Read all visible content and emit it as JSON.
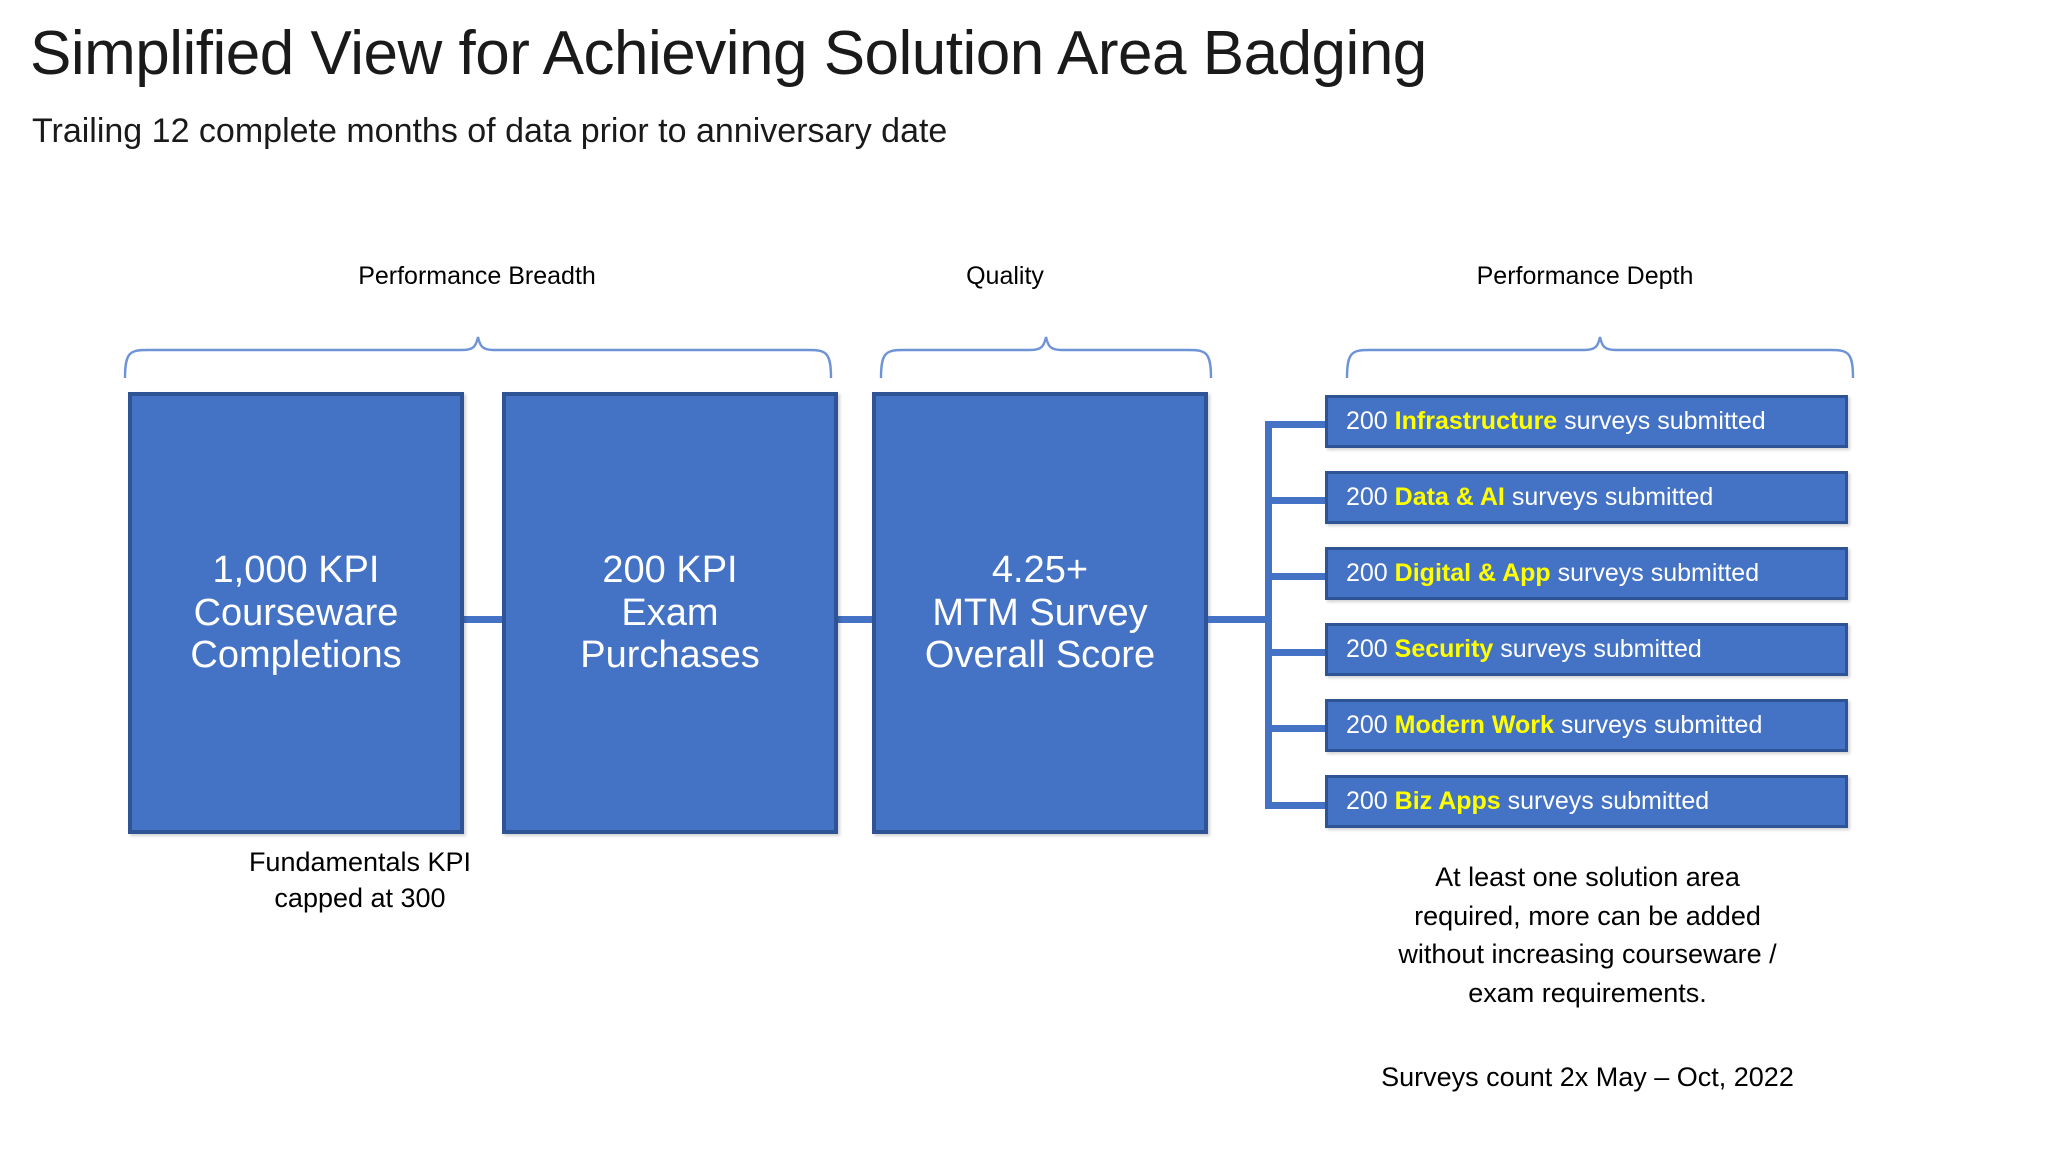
{
  "slide": {
    "title": "Simplified View for Achieving Solution Area Badging",
    "subtitle": "Trailing 12 complete months of data prior to anniversary date"
  },
  "colors": {
    "box_fill": "#4472C4",
    "box_border": "#2F5496",
    "box_text": "#FFFFFF",
    "highlight_text": "#FFFF00",
    "bracket_line": "#6E93D6",
    "background": "#FFFFFF",
    "body_text": "#000000"
  },
  "groups": [
    {
      "label": "Performance Breadth"
    },
    {
      "label": "Quality"
    },
    {
      "label": "Performance Depth"
    }
  ],
  "kpi_boxes": [
    {
      "lines": [
        "1,000 KPI",
        "Courseware",
        "Completions"
      ]
    },
    {
      "lines": [
        "200 KPI",
        "Exam",
        "Purchases"
      ]
    },
    {
      "lines": [
        "4.25+",
        "MTM Survey",
        "Overall Score"
      ]
    }
  ],
  "solution_areas": [
    {
      "count": "200",
      "name": "Infrastructure",
      "suffix": "surveys submitted"
    },
    {
      "count": "200",
      "name": "Data & AI",
      "suffix": "surveys submitted"
    },
    {
      "count": "200",
      "name": "Digital & App",
      "suffix": "surveys submitted"
    },
    {
      "count": "200",
      "name": "Security",
      "suffix": "surveys submitted"
    },
    {
      "count": "200",
      "name": "Modern Work",
      "suffix": "surveys submitted"
    },
    {
      "count": "200",
      "name": "Biz Apps",
      "suffix": "surveys submitted"
    }
  ],
  "footnotes": {
    "left": [
      "Fundamentals KPI",
      "capped at 300"
    ],
    "right": [
      "At least one solution area",
      "required, more can be added",
      "without increasing courseware /",
      "exam requirements."
    ],
    "right_extra": "Surveys count 2x May – Oct, 2022"
  }
}
